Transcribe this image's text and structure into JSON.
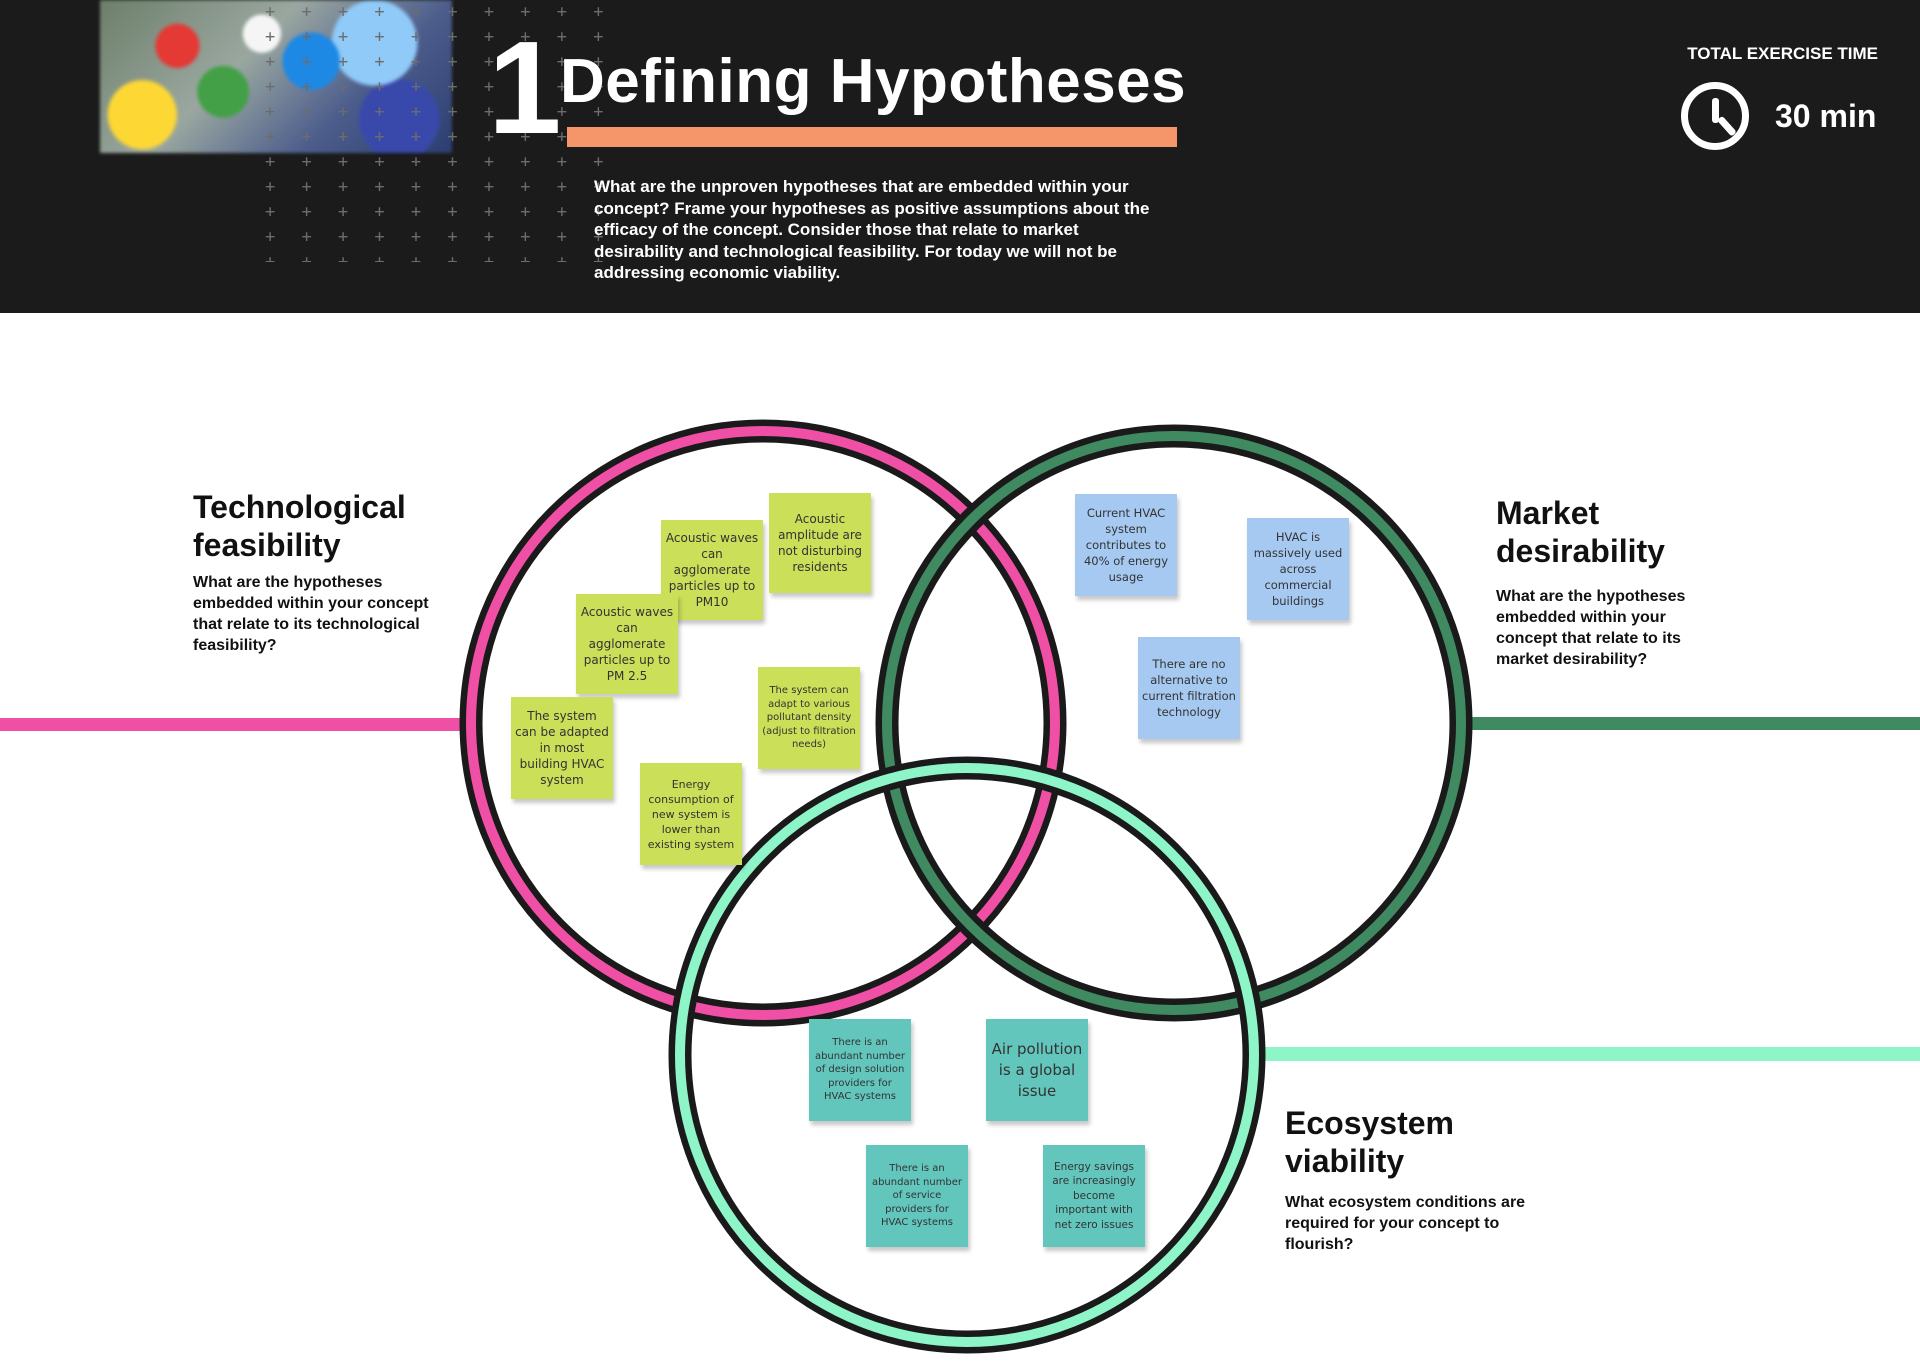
{
  "header": {
    "step_number": "1",
    "title": "Defining Hypotheses",
    "intro": "What are the unproven hypotheses that are embedded within your concept? Frame your hypotheses as positive assumptions about the efficacy of the concept. Consider those that relate to market desirability and technological feasibility. For today we will not be addressing economic viability.",
    "time_label": "TOTAL EXERCISE TIME",
    "time_value": "30 min",
    "accent_color": "#f4956a"
  },
  "sections": {
    "tech": {
      "title": "Technological feasibility",
      "question": "What are the hypotheses embedded within your concept that relate to its technological feasibility?",
      "color": "#f04fa6"
    },
    "market": {
      "title": "Market desirability",
      "question": "What are the hypotheses embedded within your concept that relate to its market desirability?",
      "color": "#3f8a60"
    },
    "eco": {
      "title": "Ecosystem viability",
      "question": "What ecosystem conditions are required for your concept to flourish?",
      "color": "#8ef5c8"
    }
  },
  "notes": {
    "tech": [
      "Acoustic waves can agglomerate particles up to PM10",
      "Acoustic amplitude are not disturbing residents",
      "Acoustic waves can agglomerate particles up to PM 2.5",
      "The system can adapt to various pollutant density (adjust to filtration needs)",
      "The system can be adapted in most building HVAC system",
      "Energy consumption of new system is lower than existing system"
    ],
    "market": [
      "Current HVAC system contributes to 40% of energy usage",
      "HVAC is massively used across commercial buildings",
      "There are no alternative to current filtration technology"
    ],
    "eco": [
      "There is an abundant number of design solution providers for HVAC systems",
      "Air pollution is a global issue",
      "There is an abundant number of service providers for HVAC systems",
      "Energy savings are increasingly become important with net zero issues"
    ]
  }
}
